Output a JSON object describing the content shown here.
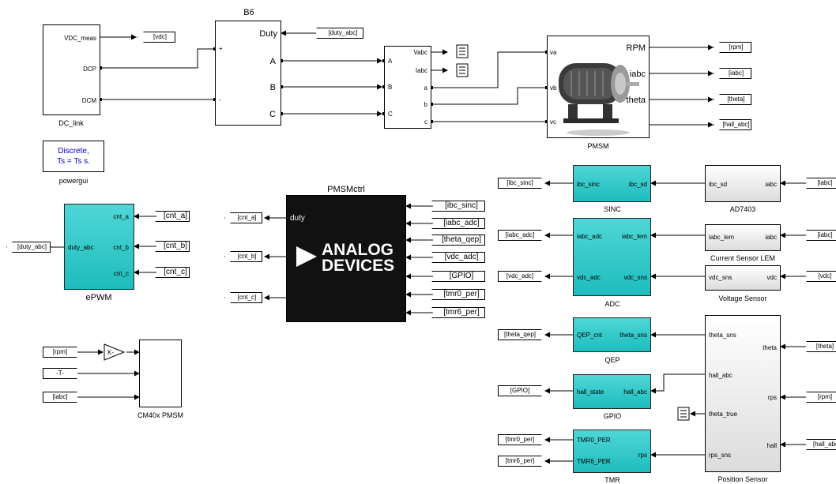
{
  "blocks": {
    "dc_link": {
      "ports": [
        "VDC_meas",
        "DCP",
        "DCM"
      ],
      "caption": "DC_link"
    },
    "b6": {
      "title": "B6",
      "ports": [
        "Duty",
        "A",
        "B",
        "C"
      ],
      "plus": "+",
      "minus": "-"
    },
    "vmeas": {
      "ports": [
        "Vabc",
        "Iabc",
        "A",
        "B",
        "C",
        "a",
        "b",
        "c"
      ]
    },
    "pmsm": {
      "ports": [
        "va",
        "vb",
        "vc",
        "RPM",
        "iabc",
        "theta"
      ],
      "caption": "PMSM"
    },
    "powergui": {
      "line1": "Discrete,",
      "line2": "Ts = Ts s.",
      "caption": "powergui"
    },
    "epwm": {
      "ports": [
        "duty_abc",
        "cnt_a",
        "cnt_b",
        "cnt_c"
      ],
      "caption": "ePWM"
    },
    "ctrl": {
      "title": "PMSMctrl",
      "port_duty": "duty",
      "logo_line1": "ANALOG",
      "logo_line2": "DEVICES"
    },
    "scope": {
      "caption": "CM40x PMSM",
      "gain": "K-",
      "const": "-T-"
    },
    "sinc": {
      "ports": [
        "ibc_sinc",
        "ibc_sd"
      ],
      "caption": "SINC"
    },
    "ad7403": {
      "ports": [
        "ibc_sd",
        "iabc"
      ],
      "caption": "AD7403"
    },
    "adc": {
      "ports": [
        "iabc_adc",
        "iabc_lem",
        "vdc_adc",
        "vdc_sns"
      ],
      "caption": "ADC"
    },
    "lem": {
      "ports": [
        "iabc_lem",
        "iabc"
      ],
      "caption": "Current Sensor LEM"
    },
    "vsens": {
      "ports": [
        "vdc_sns",
        "vdc"
      ],
      "caption": "Voltage Sensor"
    },
    "qep": {
      "ports": [
        "QEP_cnt",
        "theta_sns"
      ],
      "caption": "QEP"
    },
    "gpio": {
      "ports": [
        "hall_state",
        "hall_abc"
      ],
      "caption": "GPIO"
    },
    "tmr": {
      "ports": [
        "TMR0_PER",
        "TMR6_PER",
        "rps"
      ],
      "caption": "TMR"
    },
    "possensor": {
      "ports": [
        "theta_sns",
        "hall_abc",
        "theta_true",
        "rps_sns",
        "theta",
        "rps",
        "hall"
      ],
      "caption": "Position Sensor"
    }
  },
  "tags": {
    "vdc_goto": "[vdc]",
    "duty_abc_from": "[duty_abc]",
    "rpm_goto": "[rpm]",
    "iabc_goto": "[iabc]",
    "theta_goto": "[theta]",
    "hall_abc_goto": "[hall_abc]",
    "cnt_a_from": "[cnt_a]",
    "cnt_b_from": "[cnt_b]",
    "cnt_c_from": "[cnt_c]",
    "duty_abc_goto": "[duty_abc]",
    "cnt_a_goto": "[cnt_a]",
    "cnt_b_goto": "[cnt_b]",
    "cnt_c_goto": "[cnt_c]",
    "ibc_sinc_from": "[ibc_sinc]",
    "iabc_adc_from": "[iabc_adc]",
    "theta_qep_from": "[theta_qep]",
    "vdc_adc_from": "[vdc_adc]",
    "gpio_from": "[GPIO]",
    "tmr0_per_from": "[tmr0_per]",
    "tmr6_per_from": "[tmr6_per]",
    "rpm_from": "[rpm]",
    "iabc_from_scope": "[iabc]",
    "ibc_sinc_goto": "[ibc_sinc]",
    "iabc_adc_goto": "[iabc_adc]",
    "vdc_adc_goto": "[vdc_adc]",
    "theta_qep_goto": "[theta_qep]",
    "gpio_goto": "[GPIO]",
    "tmr0_per_goto": "[tmr0_per]",
    "tmr6_per_goto": "[tmr6_per]",
    "iabc_from_1": "[iabc]",
    "iabc_from_2": "[iabc]",
    "vdc_from": "[vdc]",
    "theta_from": "[theta]",
    "rpm_from_2": "[rpm]",
    "hall_abc_from": "[hall_abc]"
  }
}
